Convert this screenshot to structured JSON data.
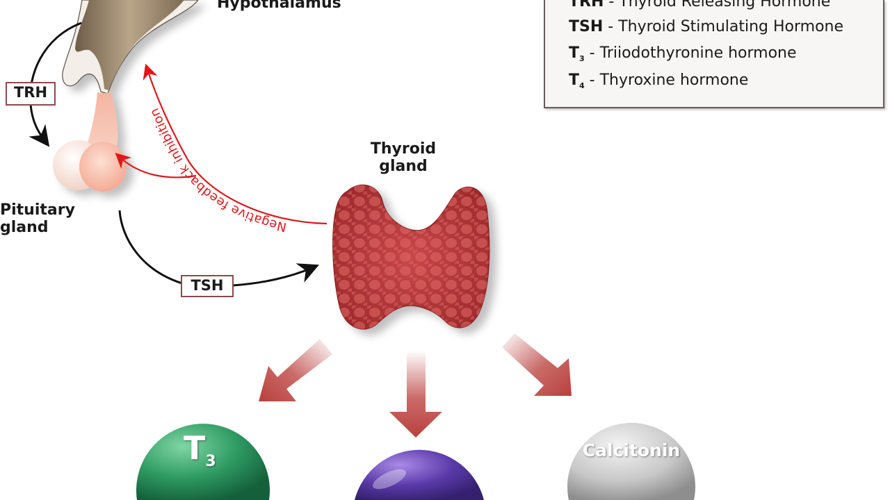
{
  "labels": {
    "hypothalamus": "Hypothalamus",
    "pituitary_line1": "Pituitary",
    "pituitary_line2": "gland",
    "thyroid_line1": "Thyroid",
    "thyroid_line2": "gland",
    "feedback": "Negative feedback inhibition"
  },
  "boxes": {
    "trh": "TRH",
    "tsh": "TSH"
  },
  "legend": [
    {
      "abbr": "TRH",
      "sub": "",
      "desc": "Thyroid Releasing Hormone"
    },
    {
      "abbr": "TSH",
      "sub": "",
      "desc": "Thyroid Stimulating Hormone"
    },
    {
      "abbr": "T",
      "sub": "3",
      "desc": "Triiodothyronine hormone"
    },
    {
      "abbr": "T",
      "sub": "4",
      "desc": "Thyroxine hormone"
    }
  ],
  "products": {
    "t3": {
      "main": "T",
      "sub": "3",
      "color": "#2e9a62"
    },
    "t4": {
      "main": "",
      "color": "#5a3aa8"
    },
    "calcitonin": {
      "main": "Calcitonin",
      "color": "#c8c8c8"
    }
  },
  "colors": {
    "feedback": "#e0161b",
    "arrow_red": "#c0504d",
    "box_border": "#8a4a4a",
    "thyroid": "#b3393a",
    "pituitary": "#f4b9a8",
    "hypothalamus": "#8e7c66"
  }
}
